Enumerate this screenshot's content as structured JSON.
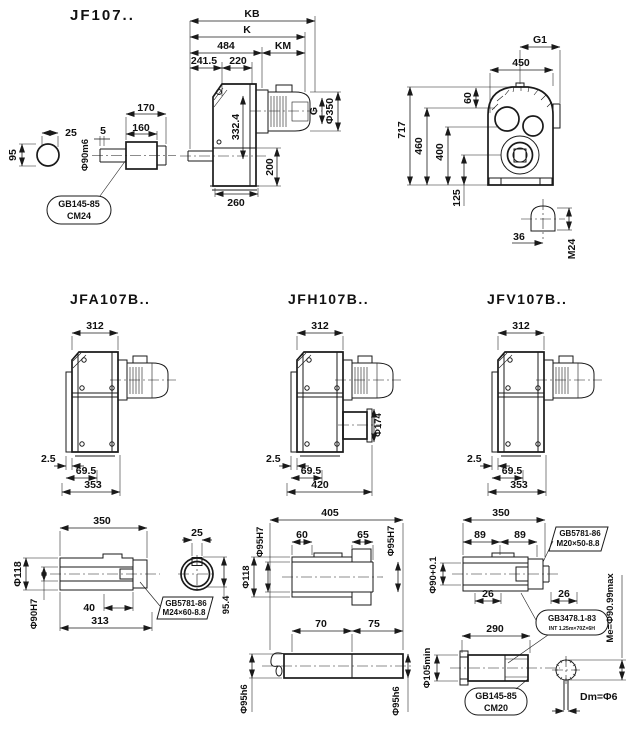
{
  "drawing": {
    "jf107": {
      "title": "JF107..",
      "shaft_detail": {
        "d95": "95",
        "d25": "25",
        "d5": "5",
        "d170": "170",
        "d160": "160",
        "dia": "Φ90m6",
        "balloon_l1": "GB145-85",
        "balloon_l2": "CM24"
      },
      "side_view": {
        "kb": "KB",
        "k": "K",
        "d484": "484",
        "km": "KM",
        "d241_5": "241.5",
        "d220": "220",
        "d332_4": "332.4",
        "g": "G",
        "d350": "Φ350",
        "d200": "200",
        "d260": "260"
      },
      "front_view": {
        "g1": "G1",
        "d450": "450",
        "d60": "60",
        "d717": "717",
        "d460": "460",
        "d400": "400",
        "d125": "125",
        "d36": "36",
        "m24": "M24"
      }
    },
    "jfa": {
      "title": "JFA107B..",
      "d312": "312",
      "d2_5": "2.5",
      "d69_5": "69.5",
      "d353": "353"
    },
    "jfh": {
      "title": "JFH107B..",
      "d312": "312",
      "d174": "Φ174",
      "d2_5": "2.5",
      "d69_5": "69.5",
      "d420": "420"
    },
    "jfv": {
      "title": "JFV107B..",
      "d312": "312",
      "d2_5": "2.5",
      "d69_5": "69.5",
      "d353": "353"
    },
    "shaft_a": {
      "d350": "350",
      "d118": "Φ118",
      "d90h7": "Φ90H7",
      "d40": "40",
      "d313": "313",
      "balloon_l1": "GB5781-86",
      "balloon_l2": "M24×60-8.8",
      "d25": "25",
      "d95_4": "95.4"
    },
    "shaft_h": {
      "d405": "405",
      "d95h7_l": "Φ95H7",
      "d60": "60",
      "d65": "65",
      "d95h7_r": "Φ95H7",
      "d118": "Φ118",
      "d70": "70",
      "d75": "75",
      "d95h6_l": "Φ95h6",
      "d95h6_r": "Φ95h6"
    },
    "shaft_v": {
      "d350": "350",
      "d89a": "89",
      "d89b": "89",
      "d90tol": "Φ90+0.1",
      "bolt_l1": "GB5781-86",
      "bolt_l2": "M20×50-8.8",
      "d26a": "26",
      "d26b": "26",
      "spline_l1": "GB3478.1-83",
      "spline_l2": "INT 1.25m×70Z×6H",
      "d290": "290",
      "d105": "Φ105min",
      "cm_l1": "GB145-85",
      "cm_l2": "CM20",
      "me": "Me=Φ90.99max",
      "dm": "Dm=Φ6"
    }
  }
}
